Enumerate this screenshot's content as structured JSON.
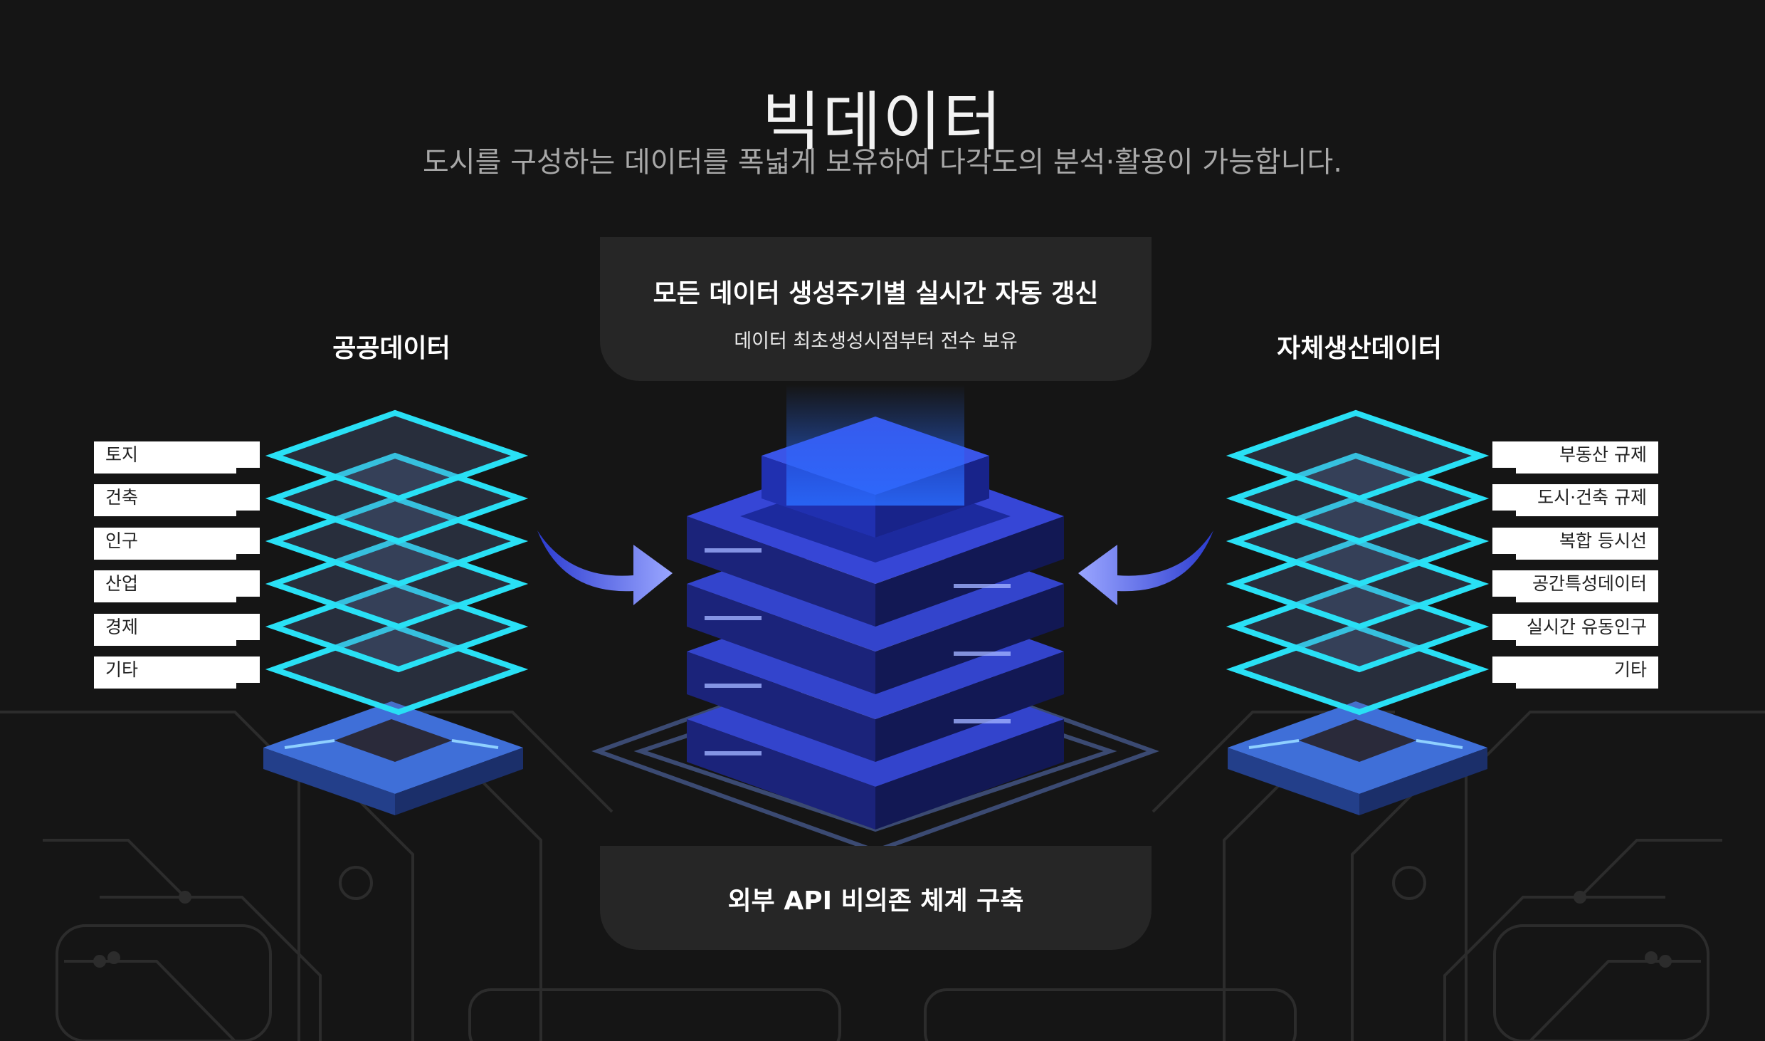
{
  "title": "빅데이터",
  "subtitle": "도시를 구성하는 데이터를 폭넓게 보유하여 다각도의 분석·활용이 가능합니다.",
  "top_panel": {
    "heading": "모든 데이터 생성주기별 실시간 자동 갱신",
    "sub": "데이터 최초생성시점부터 전수 보유"
  },
  "bottom_panel": {
    "heading": "외부 API 비의존 체계 구축"
  },
  "left": {
    "heading": "공공데이터",
    "items": [
      "토지",
      "건축",
      "인구",
      "산업",
      "경제",
      "기타"
    ]
  },
  "right": {
    "heading": "자체생산데이터",
    "items": [
      "부동산 규제",
      "도시·건축 규제",
      "복합 등시선",
      "공간특성데이터",
      "실시간 유동인구",
      "기타"
    ]
  },
  "colors": {
    "background": "#151515",
    "panel": "#262626",
    "cyan": "#29e0f5",
    "server_blue": "#2f3fc9",
    "arrow": "#7b8cff"
  },
  "icons": [
    "data-layer-stack-icon",
    "chip-base-icon",
    "server-tower-icon",
    "arrow-right-icon",
    "arrow-left-icon"
  ]
}
